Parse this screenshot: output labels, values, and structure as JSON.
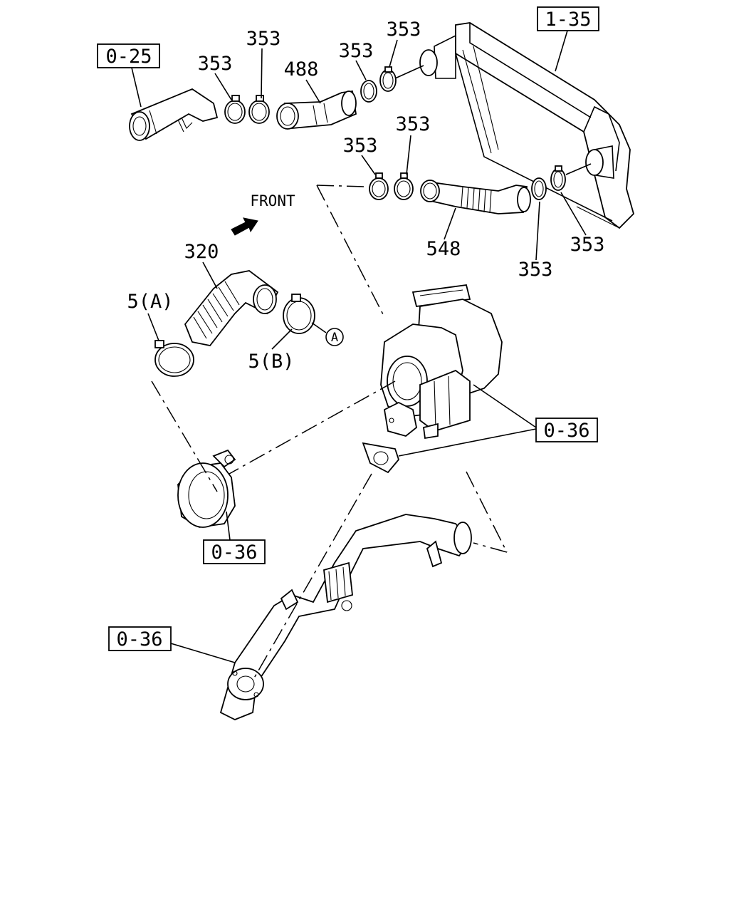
{
  "diagram": {
    "direction_label": "FRONT",
    "ref_boxes": {
      "ref_0_25": "0-25",
      "ref_1_35": "1-35",
      "ref_0_36_turbo": "0-36",
      "ref_0_36_elbow": "0-36",
      "ref_0_36_pipe": "0-36"
    },
    "callouts": {
      "clamp_353_a": "353",
      "clamp_353_b": "353",
      "clamp_353_c": "353",
      "clamp_353_d": "353",
      "clamp_353_e": "353",
      "clamp_353_f": "353",
      "clamp_353_g": "353",
      "clamp_353_h": "353",
      "hose_488": "488",
      "hose_548": "548",
      "hose_320": "320",
      "clamp_5a": "5(A)",
      "clamp_5b": "5(B)",
      "circle_a": "A"
    }
  }
}
